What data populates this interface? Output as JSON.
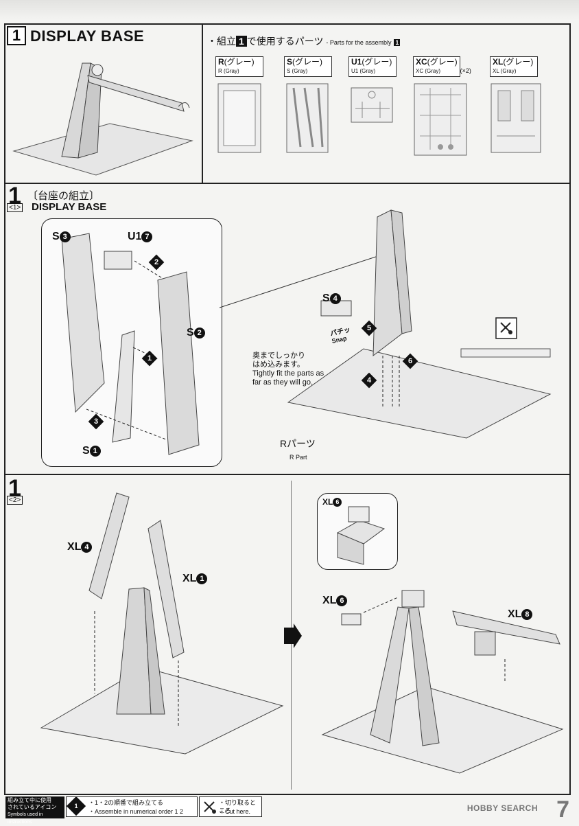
{
  "section": {
    "number": "1",
    "title": "DISPLAY BASE"
  },
  "parts_header": {
    "bullet": "・",
    "jp_prefix": "組立",
    "number": "1",
    "jp_suffix": "で使用するパーツ",
    "en": "- Parts for the assembly",
    "en_number": "1"
  },
  "parts": [
    {
      "id": "R",
      "jp": "(グレー)",
      "en": "R (Gray)",
      "extra": ""
    },
    {
      "id": "S",
      "jp": "(グレー)",
      "en": "S (Gray)",
      "extra": ""
    },
    {
      "id": "U1",
      "jp": "(グレー)",
      "en": "U1 (Gray)",
      "extra": ""
    },
    {
      "id": "XC",
      "jp": "(グレー)",
      "en": "XC (Gray)",
      "extra": "(×2)"
    },
    {
      "id": "XL",
      "jp": "(グレー)",
      "en": "XL (Gray)",
      "extra": ""
    }
  ],
  "step1": {
    "number": "1",
    "sub": "<1>",
    "jp_title": "〔台座の組立〕",
    "en_title": "DISPLAY BASE",
    "labels": {
      "s3": "S",
      "s3n": "3",
      "u17": "U1",
      "u17n": "7",
      "s2": "S",
      "s2n": "2",
      "s1": "S",
      "s1n": "1",
      "s4": "S",
      "s4n": "4",
      "r_part_jp": "Rパーツ",
      "r_part_en": "R Part",
      "snap_jp": "パチッ",
      "snap_en": "Snap"
    },
    "note_jp_1": "奥までしっかり",
    "note_jp_2": "はめ込みます。",
    "note_en_1": "Tightly fit the parts as",
    "note_en_2": "far as they will go.",
    "order": [
      "1",
      "2",
      "3",
      "4",
      "5",
      "6"
    ]
  },
  "step2": {
    "number": "1",
    "sub": "<2>",
    "labels": {
      "xl4": "XL",
      "xl4n": "4",
      "xl1": "XL",
      "xl1n": "1",
      "xl6a": "XL",
      "xl6an": "6",
      "xl6b": "XL",
      "xl6bn": "6",
      "xl8": "XL",
      "xl8n": "8"
    }
  },
  "footer": {
    "legend_jp_1": "組み立て中に使用",
    "legend_jp_2": "されているアイコン",
    "legend_en": "Symbols used in instructions",
    "icon1_num": "1",
    "icon1_jp": "・1・2の順番で組み立てる",
    "icon1_en": "・Assemble in numerical order 1 2",
    "icon2_jp": "・切り取るところ",
    "icon2_en": "・Cut here.",
    "watermark": "HOBBY SEARCH",
    "page": "7"
  }
}
